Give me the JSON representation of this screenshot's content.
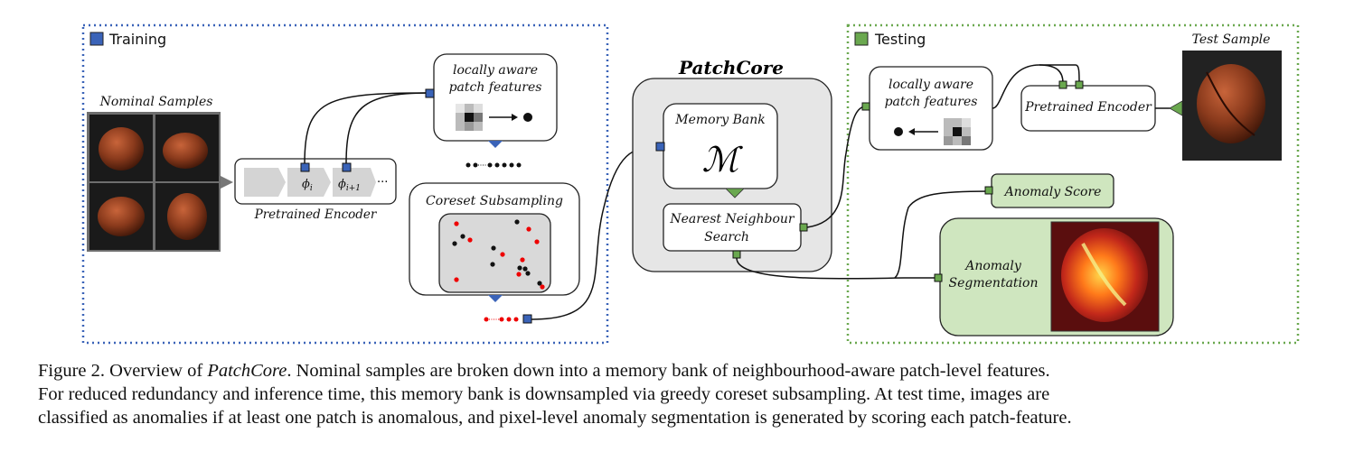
{
  "training": {
    "title": "Training"
  },
  "testing": {
    "title": "Testing"
  },
  "nominal_samples": {
    "label": "Nominal Samples"
  },
  "pretrained_encoder_train": {
    "label": "Pretrained Encoder",
    "phi_i": "ϕ",
    "phi_i_sub": "i",
    "phi_i1": "ϕ",
    "phi_i1_sub": "i+1",
    "ellipsis": "···"
  },
  "local_features_train": {
    "line1": "locally aware",
    "line2": "patch features"
  },
  "coreset": {
    "label": "Coreset Subsampling"
  },
  "patchcore": {
    "title": "PatchCore"
  },
  "memory_bank": {
    "label": "Memory Bank",
    "symbol": "ℳ"
  },
  "nn_search": {
    "line1": "Nearest Neighbour",
    "line2": "Search"
  },
  "local_features_test": {
    "line1": "locally aware",
    "line2": "patch features"
  },
  "pretrained_encoder_test": {
    "label": "Pretrained Encoder"
  },
  "test_sample": {
    "label": "Test Sample"
  },
  "anomaly_score": {
    "label": "Anomaly Score"
  },
  "anomaly_segmentation": {
    "line1": "Anomaly",
    "line2": "Segmentation"
  },
  "colors": {
    "training": "#3a63b8",
    "testing": "#6aa84f",
    "green_fill": "#cfe6bf",
    "gray_fill": "#e6e6e6"
  },
  "caption": {
    "fig": "Figure 2.",
    "l1a": " Overview of ",
    "l1em": "PatchCore",
    "l1b": ". Nominal samples are broken down into a memory bank of neighbourhood-aware patch-level features.",
    "l2": "For reduced redundancy and inference time, this memory bank is downsampled via greedy coreset subsampling. At test time, images are",
    "l3": "classified as anomalies if at least one patch is anomalous, and pixel-level anomaly segmentation is generated by scoring each patch-feature."
  }
}
